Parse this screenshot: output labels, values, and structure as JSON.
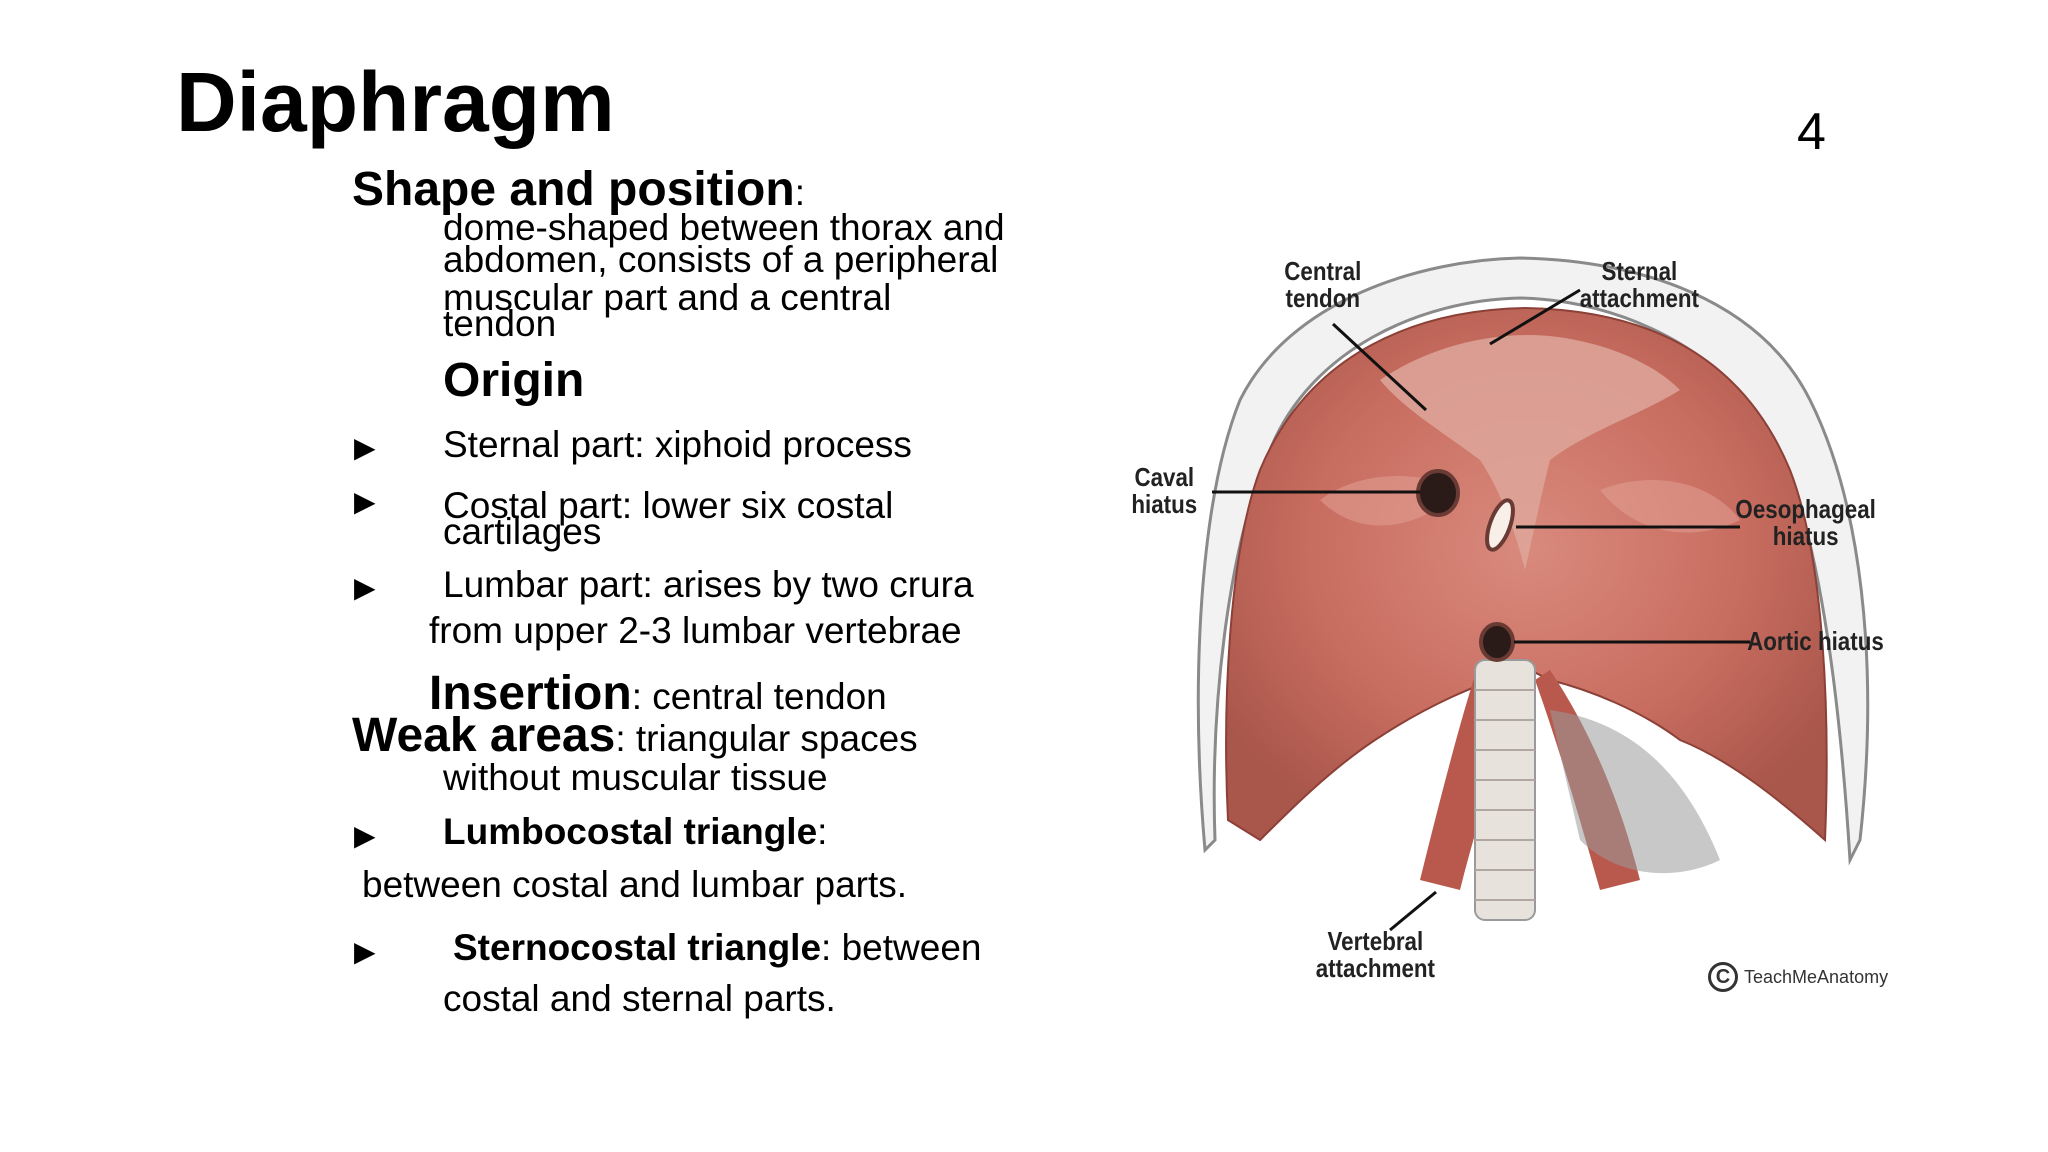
{
  "slide": {
    "title": "Diaphragm",
    "page_number": "4"
  },
  "shape": {
    "heading": "Shape and position",
    "colon": ":",
    "lines": [
      "dome-shaped between thorax and",
      "abdomen, consists of a peripheral",
      "muscular part and a central",
      "tendon"
    ]
  },
  "origin": {
    "heading": "Origin",
    "bullet_glyph": "▶",
    "sternal": "Sternal part: xiphoid process",
    "costal_1": "Costal part: lower six costal",
    "costal_2": "cartilages",
    "lumbar_1": "Lumbar part: arises by two crura",
    "lumbar_2": "from upper 2-3 lumbar vertebrae"
  },
  "insertion": {
    "heading": "Insertion",
    "text": ": central tendon"
  },
  "weak": {
    "heading": "Weak areas",
    "text": ": triangular spaces",
    "text_2": "without muscular tissue",
    "lumbocostal_heading": "Lumbocostal triangle",
    "lumbocostal_colon": ":",
    "lumbocostal_text": "between  costal and lumbar parts.",
    "sternocostal_heading": "Sternocostal triangle",
    "sternocostal_text": ": between",
    "sternocostal_text_2": "costal and sternal parts."
  },
  "figure": {
    "labels": {
      "central_tendon": [
        "Central",
        "tendon"
      ],
      "sternal_attachment": [
        "Sternal",
        "attachment"
      ],
      "caval_hiatus": [
        "Caval",
        "hiatus"
      ],
      "oesophageal_hiatus": [
        "Oesophageal",
        "hiatus"
      ],
      "aortic_hiatus": "Aortic hiatus",
      "vertebral_attachment": [
        "Vertebral",
        "attachment"
      ]
    },
    "credit_symbol": "C",
    "credit_text": "TeachMeAnatomy",
    "colors": {
      "muscle": "#c86d60",
      "muscle_light": "#e3a498",
      "muscle_dark": "#9c4a40",
      "rib_outline": "#8a8a8a",
      "tendon": "#dcb9ae"
    }
  }
}
